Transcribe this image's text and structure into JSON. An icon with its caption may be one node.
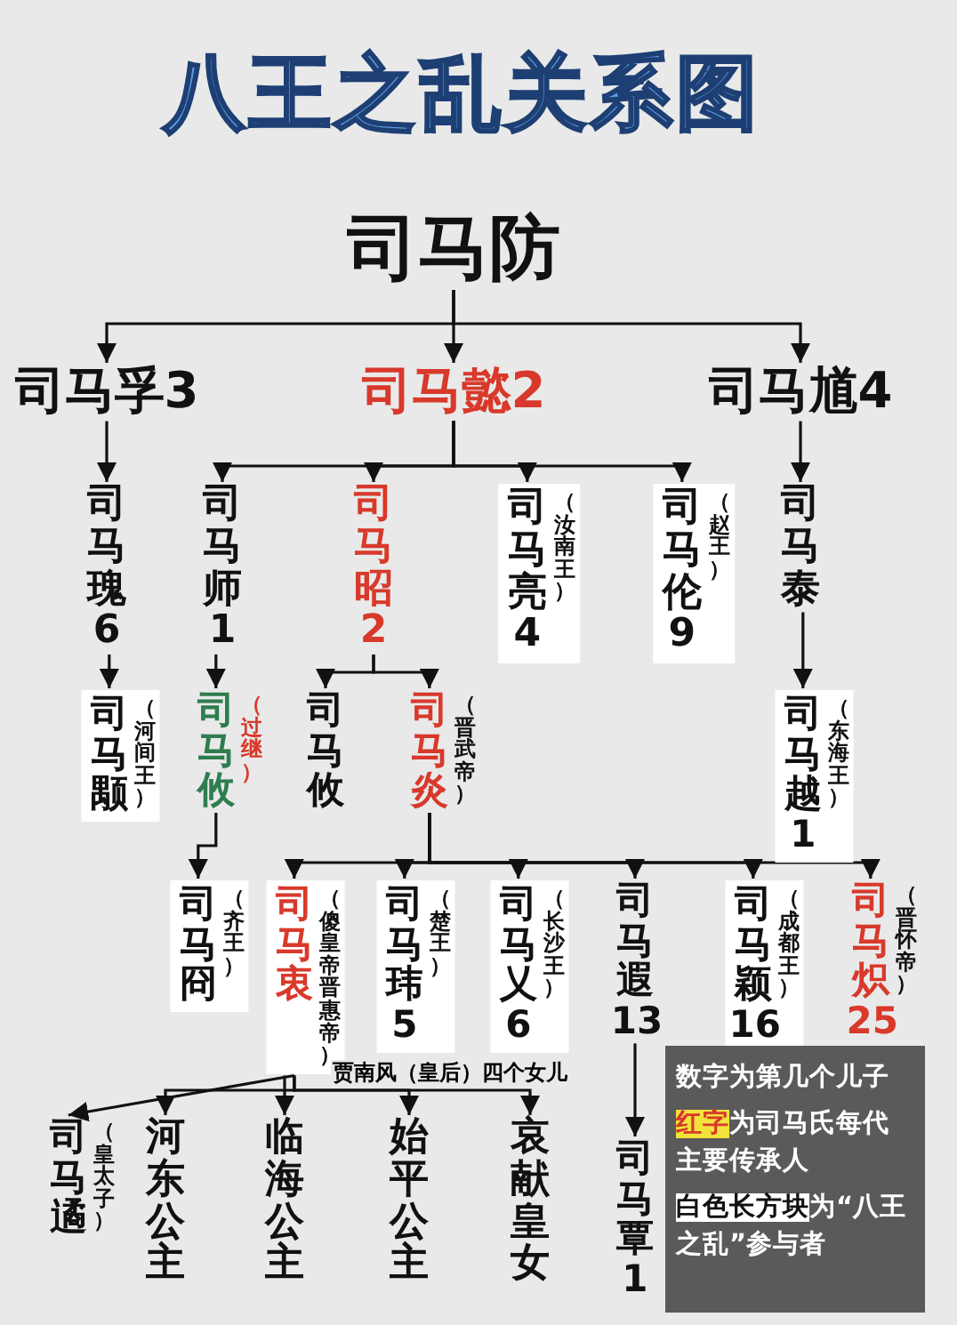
{
  "diagram": {
    "title": "八王之乱关系图",
    "nodes": [
      {
        "text": [
          "司马防"
        ]
      },
      {
        "text": [
          "司马孚3"
        ]
      },
      {
        "text": [
          "司马懿2"
        ]
      },
      {
        "text": [
          "司马馗4"
        ]
      },
      {
        "text": [
          "司马瑰6"
        ]
      },
      {
        "text": [
          "司马师1"
        ]
      },
      {
        "text": [
          "司马昭2"
        ]
      },
      {
        "text": [
          "司马亮4",
          "（汝南王）"
        ]
      },
      {
        "text": [
          "司马伦9",
          "（赵王）"
        ]
      },
      {
        "text": [
          "司马泰"
        ]
      },
      {
        "text": [
          "司马颙",
          "（河间王）"
        ]
      },
      {
        "text": [
          "司马攸"
        ],
        "beside": [
          "（过继）"
        ]
      },
      {
        "text": [
          "司马攸"
        ]
      },
      {
        "text": [
          "司马炎"
        ],
        "beside": [
          "（晋武帝）"
        ]
      },
      {
        "text": [
          "司马越1",
          "（东海王）"
        ]
      },
      {
        "text": [
          "司马冏",
          "（齐王）"
        ]
      },
      {
        "text": [
          "司马衷",
          "（傻皇帝晋惠帝）"
        ]
      },
      {
        "text": [
          "司马玮5",
          "（楚王）"
        ]
      },
      {
        "text": [
          "司马乂6",
          "（长沙王）"
        ]
      },
      {
        "text": [
          "司马遐13"
        ]
      },
      {
        "text": [
          "司马颖16",
          "（成都王）"
        ]
      },
      {
        "text": [
          "司马炽25"
        ],
        "beside": [
          "（晋怀帝）"
        ]
      },
      {
        "text": [
          "司马遹"
        ],
        "beside": [
          "（皇太子）"
        ]
      },
      {
        "text": [
          "河东公主"
        ]
      },
      {
        "text": [
          "临海公主"
        ]
      },
      {
        "text": [
          "始平公主"
        ]
      },
      {
        "text": [
          "哀献皇女"
        ]
      },
      {
        "text": [
          "司马覃1"
        ]
      }
    ],
    "edges": [
      {
        "from": 0,
        "to": 1,
        "arrow": "to"
      },
      {
        "from": 0,
        "to": 2,
        "arrow": "to"
      },
      {
        "from": 0,
        "to": 3,
        "arrow": "to"
      },
      {
        "from": 1,
        "to": 4,
        "arrow": "to"
      },
      {
        "from": 2,
        "to": 5,
        "arrow": "to"
      },
      {
        "from": 2,
        "to": 6,
        "arrow": "to"
      },
      {
        "from": 2,
        "to": 7,
        "arrow": "to"
      },
      {
        "from": 2,
        "to": 8,
        "arrow": "to"
      },
      {
        "from": 3,
        "to": 9,
        "arrow": "to"
      },
      {
        "from": 4,
        "to": 10,
        "arrow": "to"
      },
      {
        "from": 5,
        "to": 11,
        "arrow": "to"
      },
      {
        "from": 6,
        "to": 12,
        "arrow": "to"
      },
      {
        "from": 6,
        "to": 13,
        "arrow": "to"
      },
      {
        "from": 9,
        "to": 14,
        "arrow": "to"
      },
      {
        "from": 11,
        "to": 15,
        "arrow": "to"
      },
      {
        "from": 13,
        "to": 16,
        "arrow": "to"
      },
      {
        "from": 13,
        "to": 17,
        "arrow": "to"
      },
      {
        "from": 13,
        "to": 18,
        "arrow": "to"
      },
      {
        "from": 13,
        "to": 19,
        "arrow": "to"
      },
      {
        "from": 13,
        "to": 20,
        "arrow": "to"
      },
      {
        "from": 13,
        "to": 21,
        "arrow": "to"
      },
      {
        "from": 16,
        "to": 22,
        "arrow": "to"
      },
      {
        "from": 16,
        "to": 23,
        "arrow": "to"
      },
      {
        "from": 16,
        "to": 24,
        "arrow": "to"
      },
      {
        "from": 16,
        "to": 25,
        "arrow": "to"
      },
      {
        "from": 16,
        "to": 26,
        "arrow": "to",
        "label": "贾南风（皇后）四个女儿"
      },
      {
        "from": 19,
        "to": 27,
        "arrow": "to"
      }
    ],
    "labels": [
      "数字为第几个儿子",
      "**红字**为司马氏每代主要传承人",
      "**白色长方块**为“八王之乱”参与者"
    ]
  }
}
